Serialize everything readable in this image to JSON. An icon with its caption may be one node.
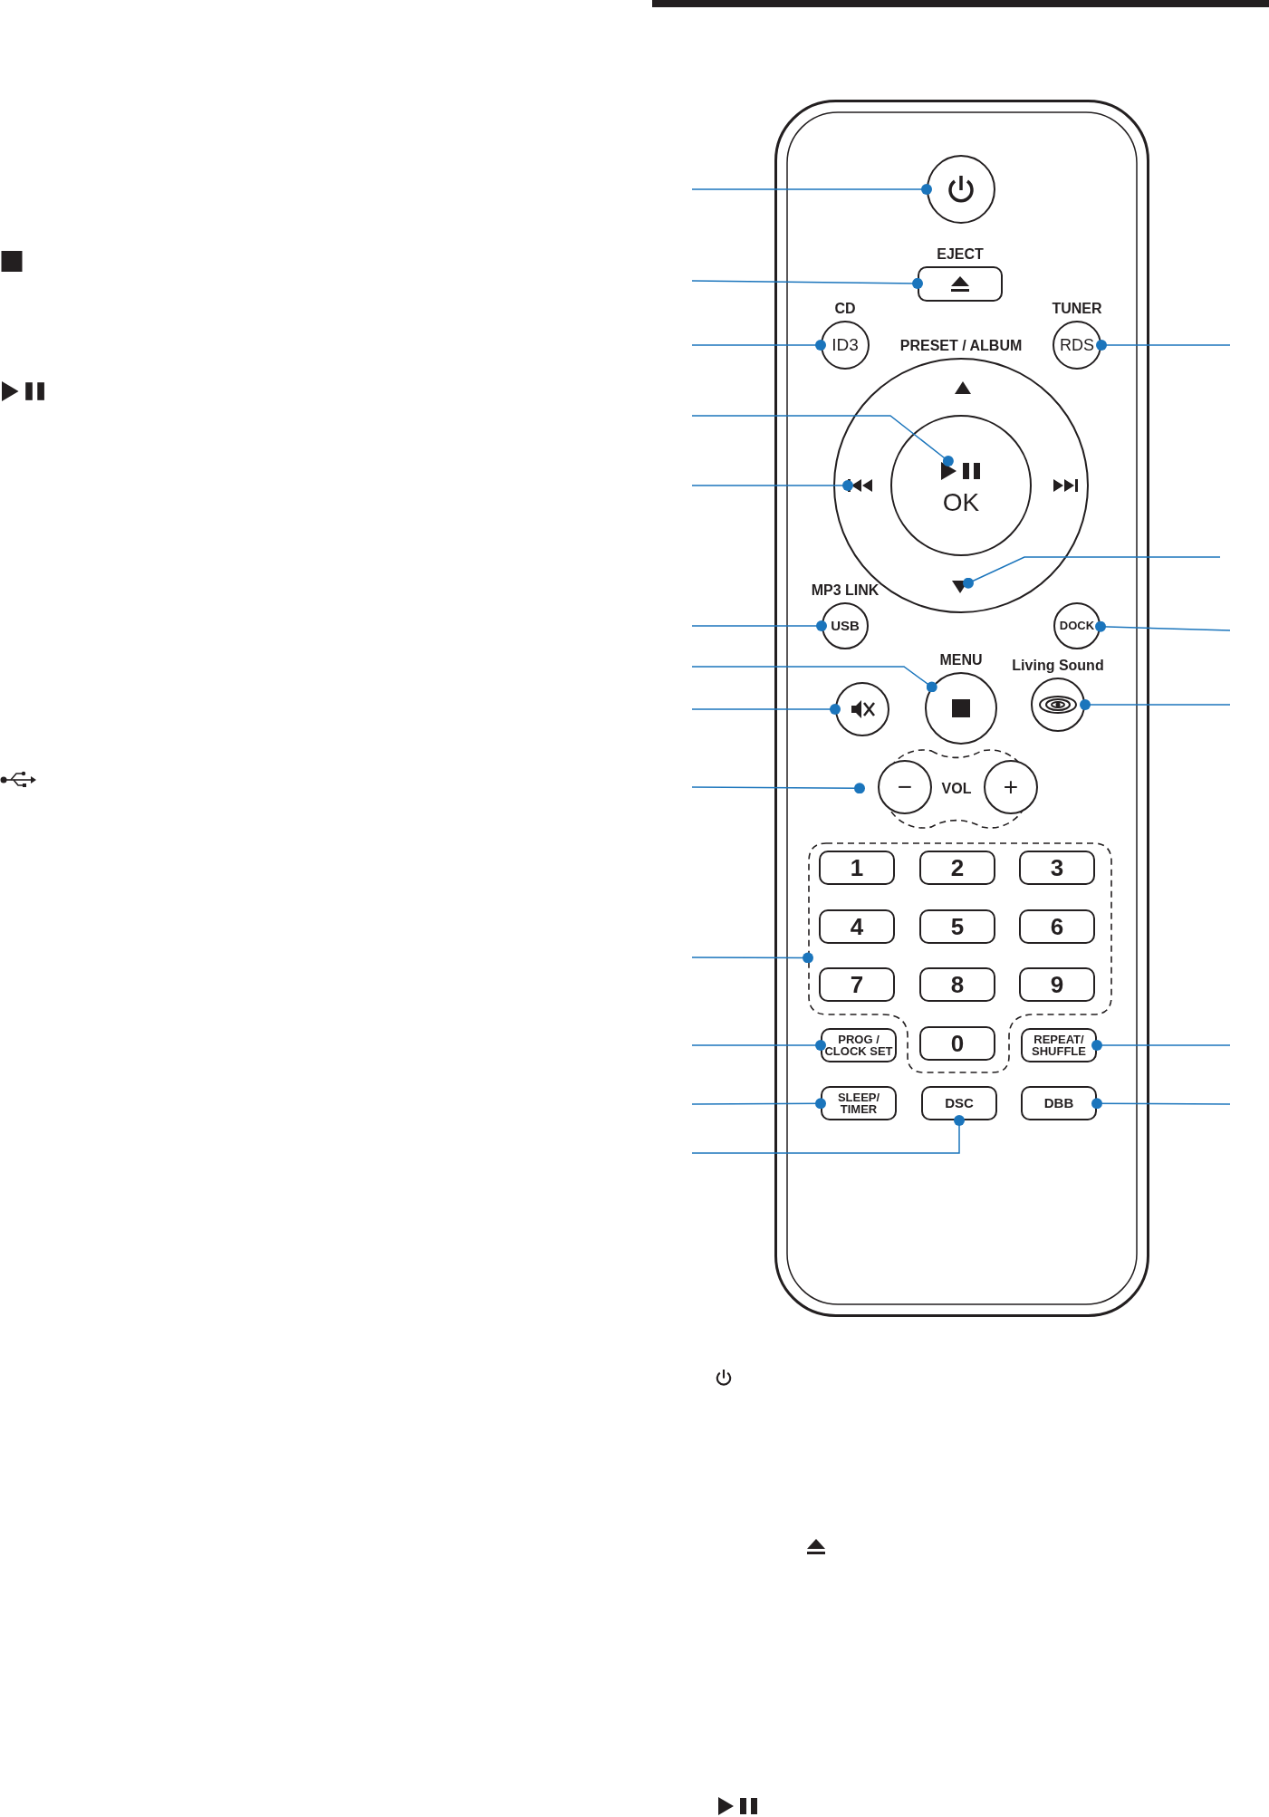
{
  "diagram": {
    "nodes": [
      {
        "text": [],
        "shape": "circle"
      },
      {
        "text": [
          "EJECT"
        ]
      },
      {
        "text": [
          "CD",
          "ID3"
        ]
      },
      {
        "text": [
          "TUNER",
          "RDS"
        ]
      },
      {
        "text": [
          "PRESET / ALBUM"
        ]
      },
      {
        "text": [
          "OK"
        ],
        "in": 4
      },
      {
        "text": [],
        "shape": "icon",
        "in": 5
      },
      {
        "text": [],
        "shape": "icon",
        "in": 4
      },
      {
        "text": [],
        "shape": "icon",
        "in": 4
      },
      {
        "text": [
          "MP3 LINK",
          "USB"
        ]
      },
      {
        "text": [
          "DOCK"
        ]
      },
      {
        "text": [
          "MENU"
        ]
      },
      {
        "text": [],
        "shape": "circle"
      },
      {
        "text": [
          "Living Sound"
        ]
      },
      {
        "text": [
          "VOL"
        ]
      },
      {
        "text": [
          "−"
        ],
        "in": 14
      },
      {
        "text": [
          "+"
        ],
        "in": 14
      },
      {
        "text": [],
        "shape": "box"
      },
      {
        "text": [
          "1"
        ],
        "in": 17
      },
      {
        "text": [
          "2"
        ],
        "in": 17
      },
      {
        "text": [
          "3"
        ],
        "in": 17
      },
      {
        "text": [
          "4"
        ],
        "in": 17
      },
      {
        "text": [
          "5"
        ],
        "in": 17
      },
      {
        "text": [
          "6"
        ],
        "in": 17
      },
      {
        "text": [
          "7"
        ],
        "in": 17
      },
      {
        "text": [
          "8"
        ],
        "in": 17
      },
      {
        "text": [
          "9"
        ],
        "in": 17
      },
      {
        "text": [
          "PROG / CLOCK SET"
        ]
      },
      {
        "text": [
          "0"
        ],
        "in": 17
      },
      {
        "text": [
          "REPEAT/ SHUFFLE"
        ]
      },
      {
        "text": [
          "SLEEP/ TIMER"
        ]
      },
      {
        "text": [
          "DSC"
        ]
      },
      {
        "text": [
          "DBB"
        ]
      }
    ],
    "edges": [
      {
        "from": null,
        "to": 0,
        "arrow": "other"
      },
      {
        "from": null,
        "to": 1,
        "arrow": "other"
      },
      {
        "from": null,
        "to": 2,
        "arrow": "other"
      },
      {
        "from": null,
        "to": 3,
        "arrow": "other"
      },
      {
        "from": null,
        "to": 6,
        "arrow": "other"
      },
      {
        "from": null,
        "to": 7,
        "arrow": "other"
      },
      {
        "from": null,
        "to": 8,
        "arrow": "other"
      },
      {
        "from": null,
        "to": 9,
        "arrow": "other"
      },
      {
        "from": null,
        "to": 10,
        "arrow": "other"
      },
      {
        "from": null,
        "to": 11,
        "arrow": "other"
      },
      {
        "from": null,
        "to": 12,
        "arrow": "other"
      },
      {
        "from": null,
        "to": 13,
        "arrow": "other"
      },
      {
        "from": null,
        "to": 14,
        "arrow": "other"
      },
      {
        "from": null,
        "to": 17,
        "arrow": "other"
      },
      {
        "from": null,
        "to": 27,
        "arrow": "other"
      },
      {
        "from": null,
        "to": 29,
        "arrow": "other"
      },
      {
        "from": null,
        "to": 30,
        "arrow": "other"
      },
      {
        "from": null,
        "to": 31,
        "arrow": "other"
      },
      {
        "from": null,
        "to": 32,
        "arrow": "other"
      }
    ]
  }
}
